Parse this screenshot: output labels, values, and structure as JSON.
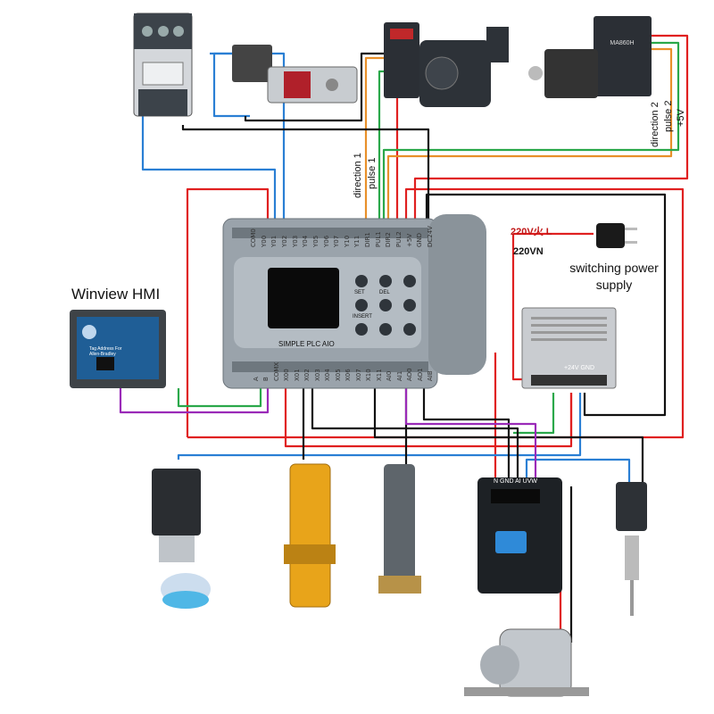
{
  "labels": {
    "hmi_title": "Winview HMI",
    "hmi_screen_line1": "Tag Address For",
    "hmi_screen_line2": "Allen-Bradley",
    "switching_power_supply": "switching power supply",
    "live_220v": "220V火 L",
    "neutral_220v": "220VN",
    "direction1": "direction 1",
    "pulse1": "pulse 1",
    "direction2": "direction 2",
    "pulse2": "pulse 2",
    "plus5v": "+5V",
    "plc_name": "SIMPLE PLC AIO",
    "psu_terminals": "+24V GND",
    "vfd_terminals": "N GND AI UVW",
    "stepper_driver_model": "MA860H"
  },
  "plc": {
    "top_terminals": [
      "COM0",
      "Y00",
      "Y01",
      "Y02",
      "Y03",
      "Y04",
      "Y05",
      "Y06",
      "Y07",
      "Y10",
      "Y11",
      "DIR1",
      "PUL1",
      "DIR2",
      "PUL2",
      "+5V",
      "GND",
      "DC24V"
    ],
    "bottom_terminals": [
      "A",
      "B",
      "COMX",
      "X00",
      "X01",
      "X02",
      "X03",
      "X04",
      "X05",
      "X06",
      "X07",
      "X10",
      "X11",
      "AI0",
      "AI1",
      "AO0",
      "AO1",
      "AIB"
    ],
    "keys": [
      "SET",
      "DEL",
      "INSERT"
    ]
  },
  "colors": {
    "red_wire": "#e02020",
    "blue_wire": "#2a7fd4",
    "green_wire": "#2aa84a",
    "orange_wire": "#e8902a",
    "black_wire": "#111111",
    "purple_wire": "#9a2ab8",
    "plc_body": "#9aa3ab"
  },
  "icons": [
    "contactor-icon",
    "solenoid-valve-icon",
    "servo-drive-icon",
    "servo-motor-icon",
    "stepper-driver-icon",
    "stepper-motor-icon",
    "power-plug-icon",
    "switching-psu-icon",
    "hmi-panel-icon",
    "push-button-switch-icon",
    "photoelectric-sensor-icon",
    "proximity-sensor-icon",
    "vfd-inverter-icon",
    "pressure-transmitter-icon",
    "ac-motor-icon"
  ]
}
